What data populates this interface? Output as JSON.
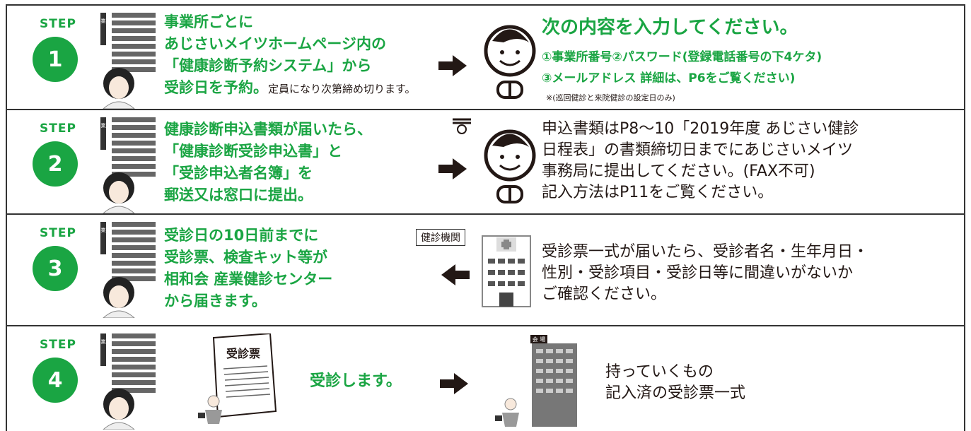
{
  "steps": [
    {
      "step_word": "STEP",
      "number": "1",
      "office_label": "事業所",
      "lines": [
        "事業所ごとに",
        "あじさいメイツホームページ内の",
        "「健康診断予約システム」から",
        "受診日を予約。"
      ],
      "line4_suffix": "定員になり次第締め切ります。",
      "right_title": "次の内容を入力してください。",
      "right_line1": "①事業所番号②パスワード(登録電話番号の下4ケタ)",
      "right_line2": "③メールアドレス 詳細は、P6をご覧ください)",
      "right_note": "※(巡回健診と来院健診の設定日のみ)"
    },
    {
      "step_word": "STEP",
      "number": "2",
      "office_label": "事業所",
      "lines": [
        "健康診断申込書類が届いたら、",
        "「健康診断受診申込書」と",
        "「受診申込者名簿」を",
        "郵送又は窓口に提出。"
      ],
      "right_lines": [
        "申込書類はP8～10「2019年度 あじさい健診",
        "日程表」の書類締切日までにあじさいメイツ",
        "事務局に提出してください。(FAX不可)",
        "記入方法はP11をご覧ください。"
      ]
    },
    {
      "step_word": "STEP",
      "number": "3",
      "office_label": "事業所",
      "lines": [
        "受診日の10日前までに",
        "受診票、検査キット等が",
        "相和会 産業健診センター",
        "から届きます。"
      ],
      "box_label": "健診機関",
      "right_lines": [
        "受診票一式が届いたら、受診者名・生年月日・",
        "性別・受診項目・受診日等に間違いがないか",
        "ご確認ください。"
      ]
    },
    {
      "step_word": "STEP",
      "number": "4",
      "office_label": "事業所",
      "doc_label": "受診票",
      "center_text": "受診します。",
      "venue_label": "会 場",
      "right_lines": [
        "持っていくもの",
        "記入済の受診票一式"
      ]
    }
  ],
  "colors": {
    "accent": "#1aa543",
    "text": "#231815",
    "border": "#333333"
  }
}
